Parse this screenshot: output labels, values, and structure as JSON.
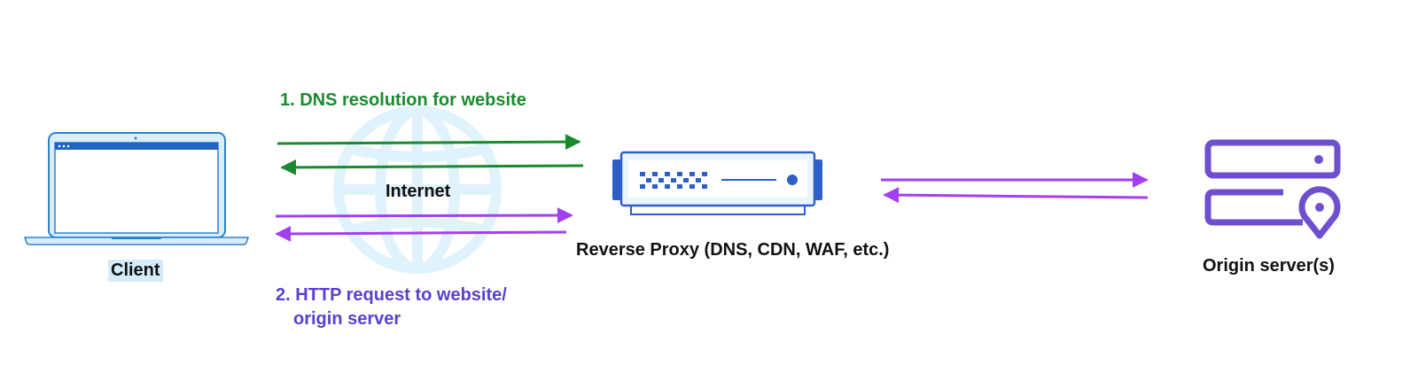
{
  "labels": {
    "dns_step": "1. DNS resolution for website",
    "http_step_line1": "2. HTTP request to website/",
    "http_step_line2": "origin server",
    "internet": "Internet",
    "client": "Client",
    "reverse_proxy": "Reverse Proxy (DNS, CDN, WAF, etc.)",
    "origin": "Origin server(s)"
  },
  "colors": {
    "dns_arrows": "#1a8a2e",
    "http_arrows": "#a33ff0",
    "globe": "#e0f2fb",
    "laptop_outline": "#2e82c8",
    "proxy_outline": "#2e5fc8",
    "origin_icon": "#6e4fd0"
  },
  "icons": [
    "laptop-icon",
    "globe-icon",
    "reverse-proxy-icon",
    "origin-server-icon"
  ]
}
